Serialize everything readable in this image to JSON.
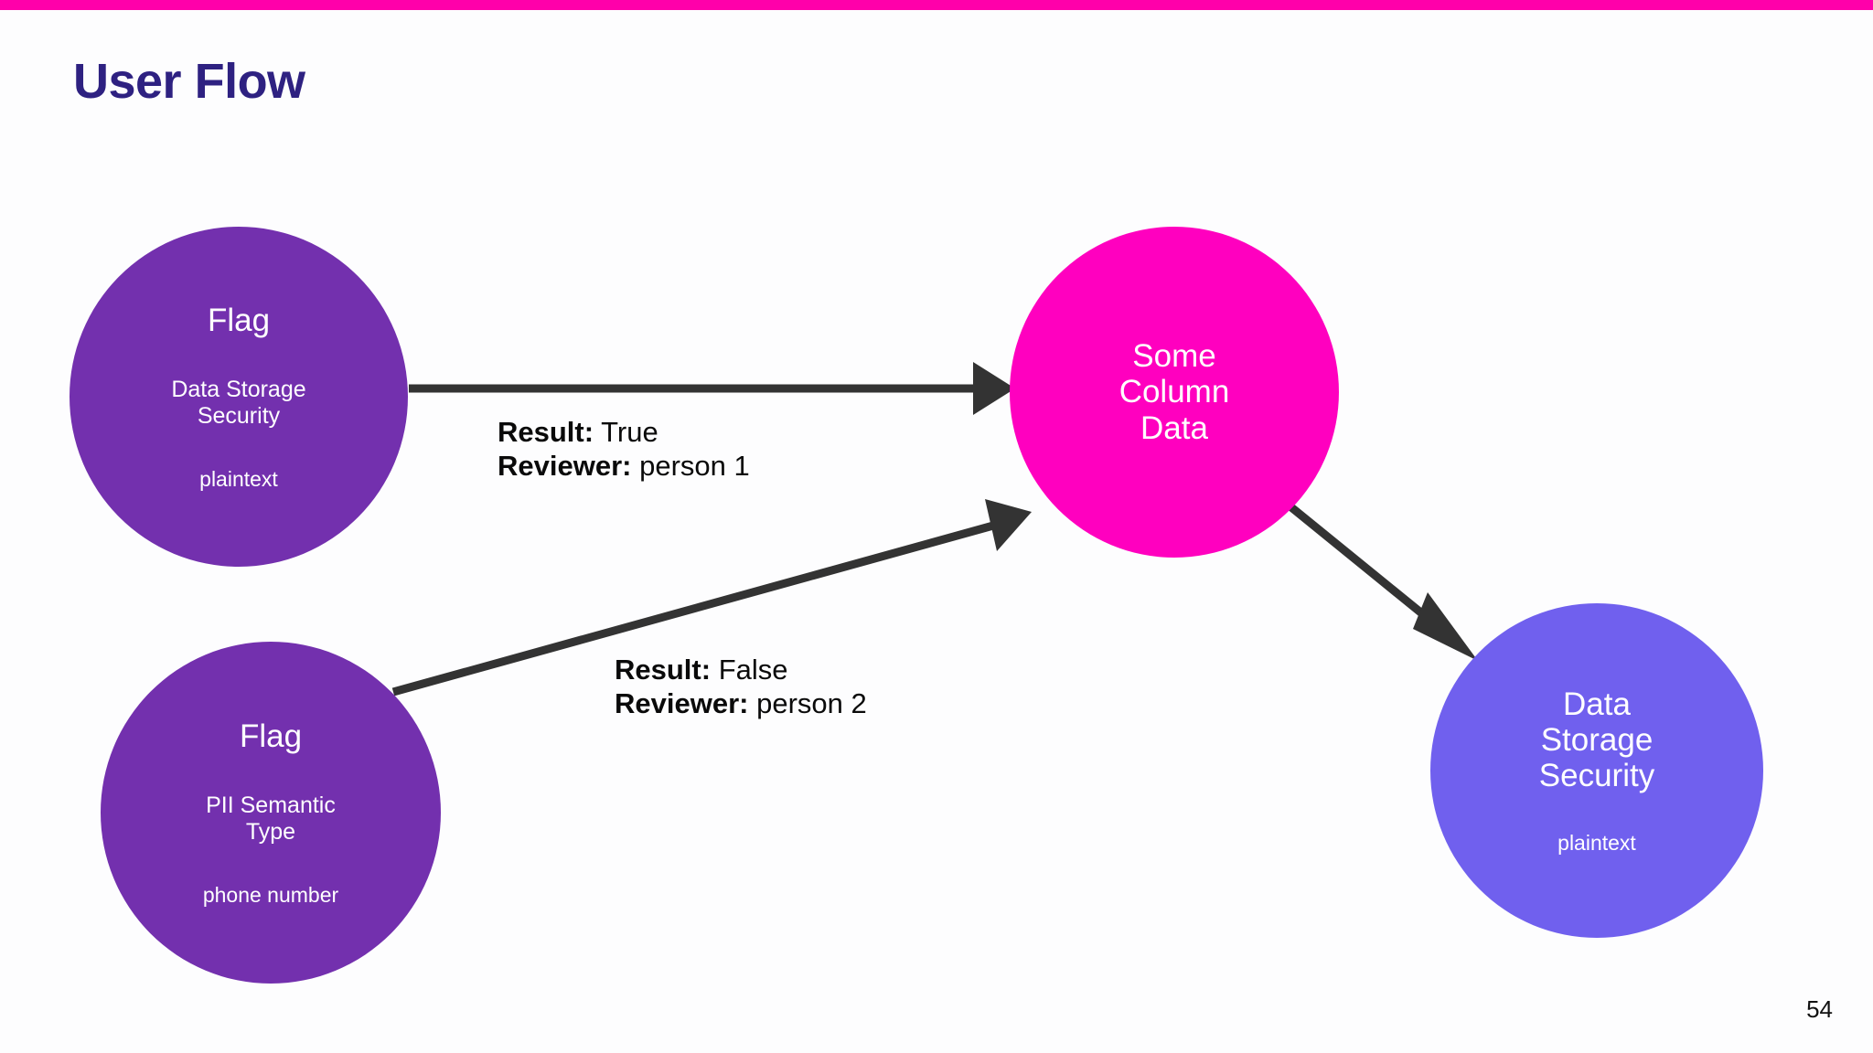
{
  "slide": {
    "title": "User Flow",
    "page_number": "54",
    "accent_bar_color": "#ff00aa",
    "title_color": "#2e2181",
    "background_color": "#ffffff"
  },
  "nodes": [
    {
      "id": "flag-storage",
      "title": "Flag",
      "subtitle_line1": "Data Storage",
      "subtitle_line2": "Security",
      "value": "plaintext",
      "color": "#7330ae"
    },
    {
      "id": "flag-pii",
      "title": "Flag",
      "subtitle_line1": "PII Semantic",
      "subtitle_line2": "Type",
      "value": "phone number",
      "color": "#7330ae"
    },
    {
      "id": "column-data",
      "title_line1": "Some",
      "title_line2": "Column",
      "title_line3": "Data",
      "color": "#ff00bf"
    },
    {
      "id": "storage-result",
      "title_line1": "Data",
      "title_line2": "Storage",
      "title_line3": "Security",
      "value": "plaintext",
      "color": "#7060ee"
    }
  ],
  "edges": [
    {
      "id": "edge-true",
      "from": "flag-storage",
      "to": "column-data",
      "result_key": "Result:",
      "result_value": "True",
      "reviewer_key": "Reviewer:",
      "reviewer_value": "person 1"
    },
    {
      "id": "edge-false",
      "from": "flag-pii",
      "to": "column-data",
      "result_key": "Result:",
      "result_value": "False",
      "reviewer_key": "Reviewer:",
      "reviewer_value": "person 2"
    },
    {
      "id": "edge-output",
      "from": "column-data",
      "to": "storage-result"
    }
  ],
  "arrow_color": "#333333"
}
